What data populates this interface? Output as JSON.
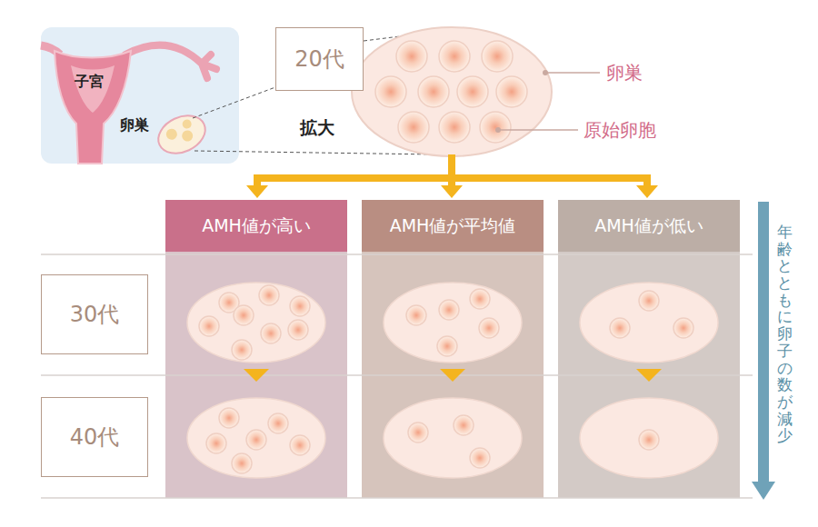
{
  "diagram": {
    "nodes": [
      {
        "text": [
          "20代"
        ]
      },
      {
        "text": [
          "AMH値が高い"
        ]
      },
      {
        "text": [
          "AMH値が平均値"
        ]
      },
      {
        "text": [
          "AMH値が低い"
        ]
      },
      {
        "text": [
          "30代"
        ]
      },
      {
        "text": [
          "40代"
        ]
      }
    ],
    "labels": [
      "子宮",
      "卵巣",
      "拡大",
      "卵巣",
      "原始卵胞",
      "年齢とともに卵子の数が減少"
    ]
  }
}
